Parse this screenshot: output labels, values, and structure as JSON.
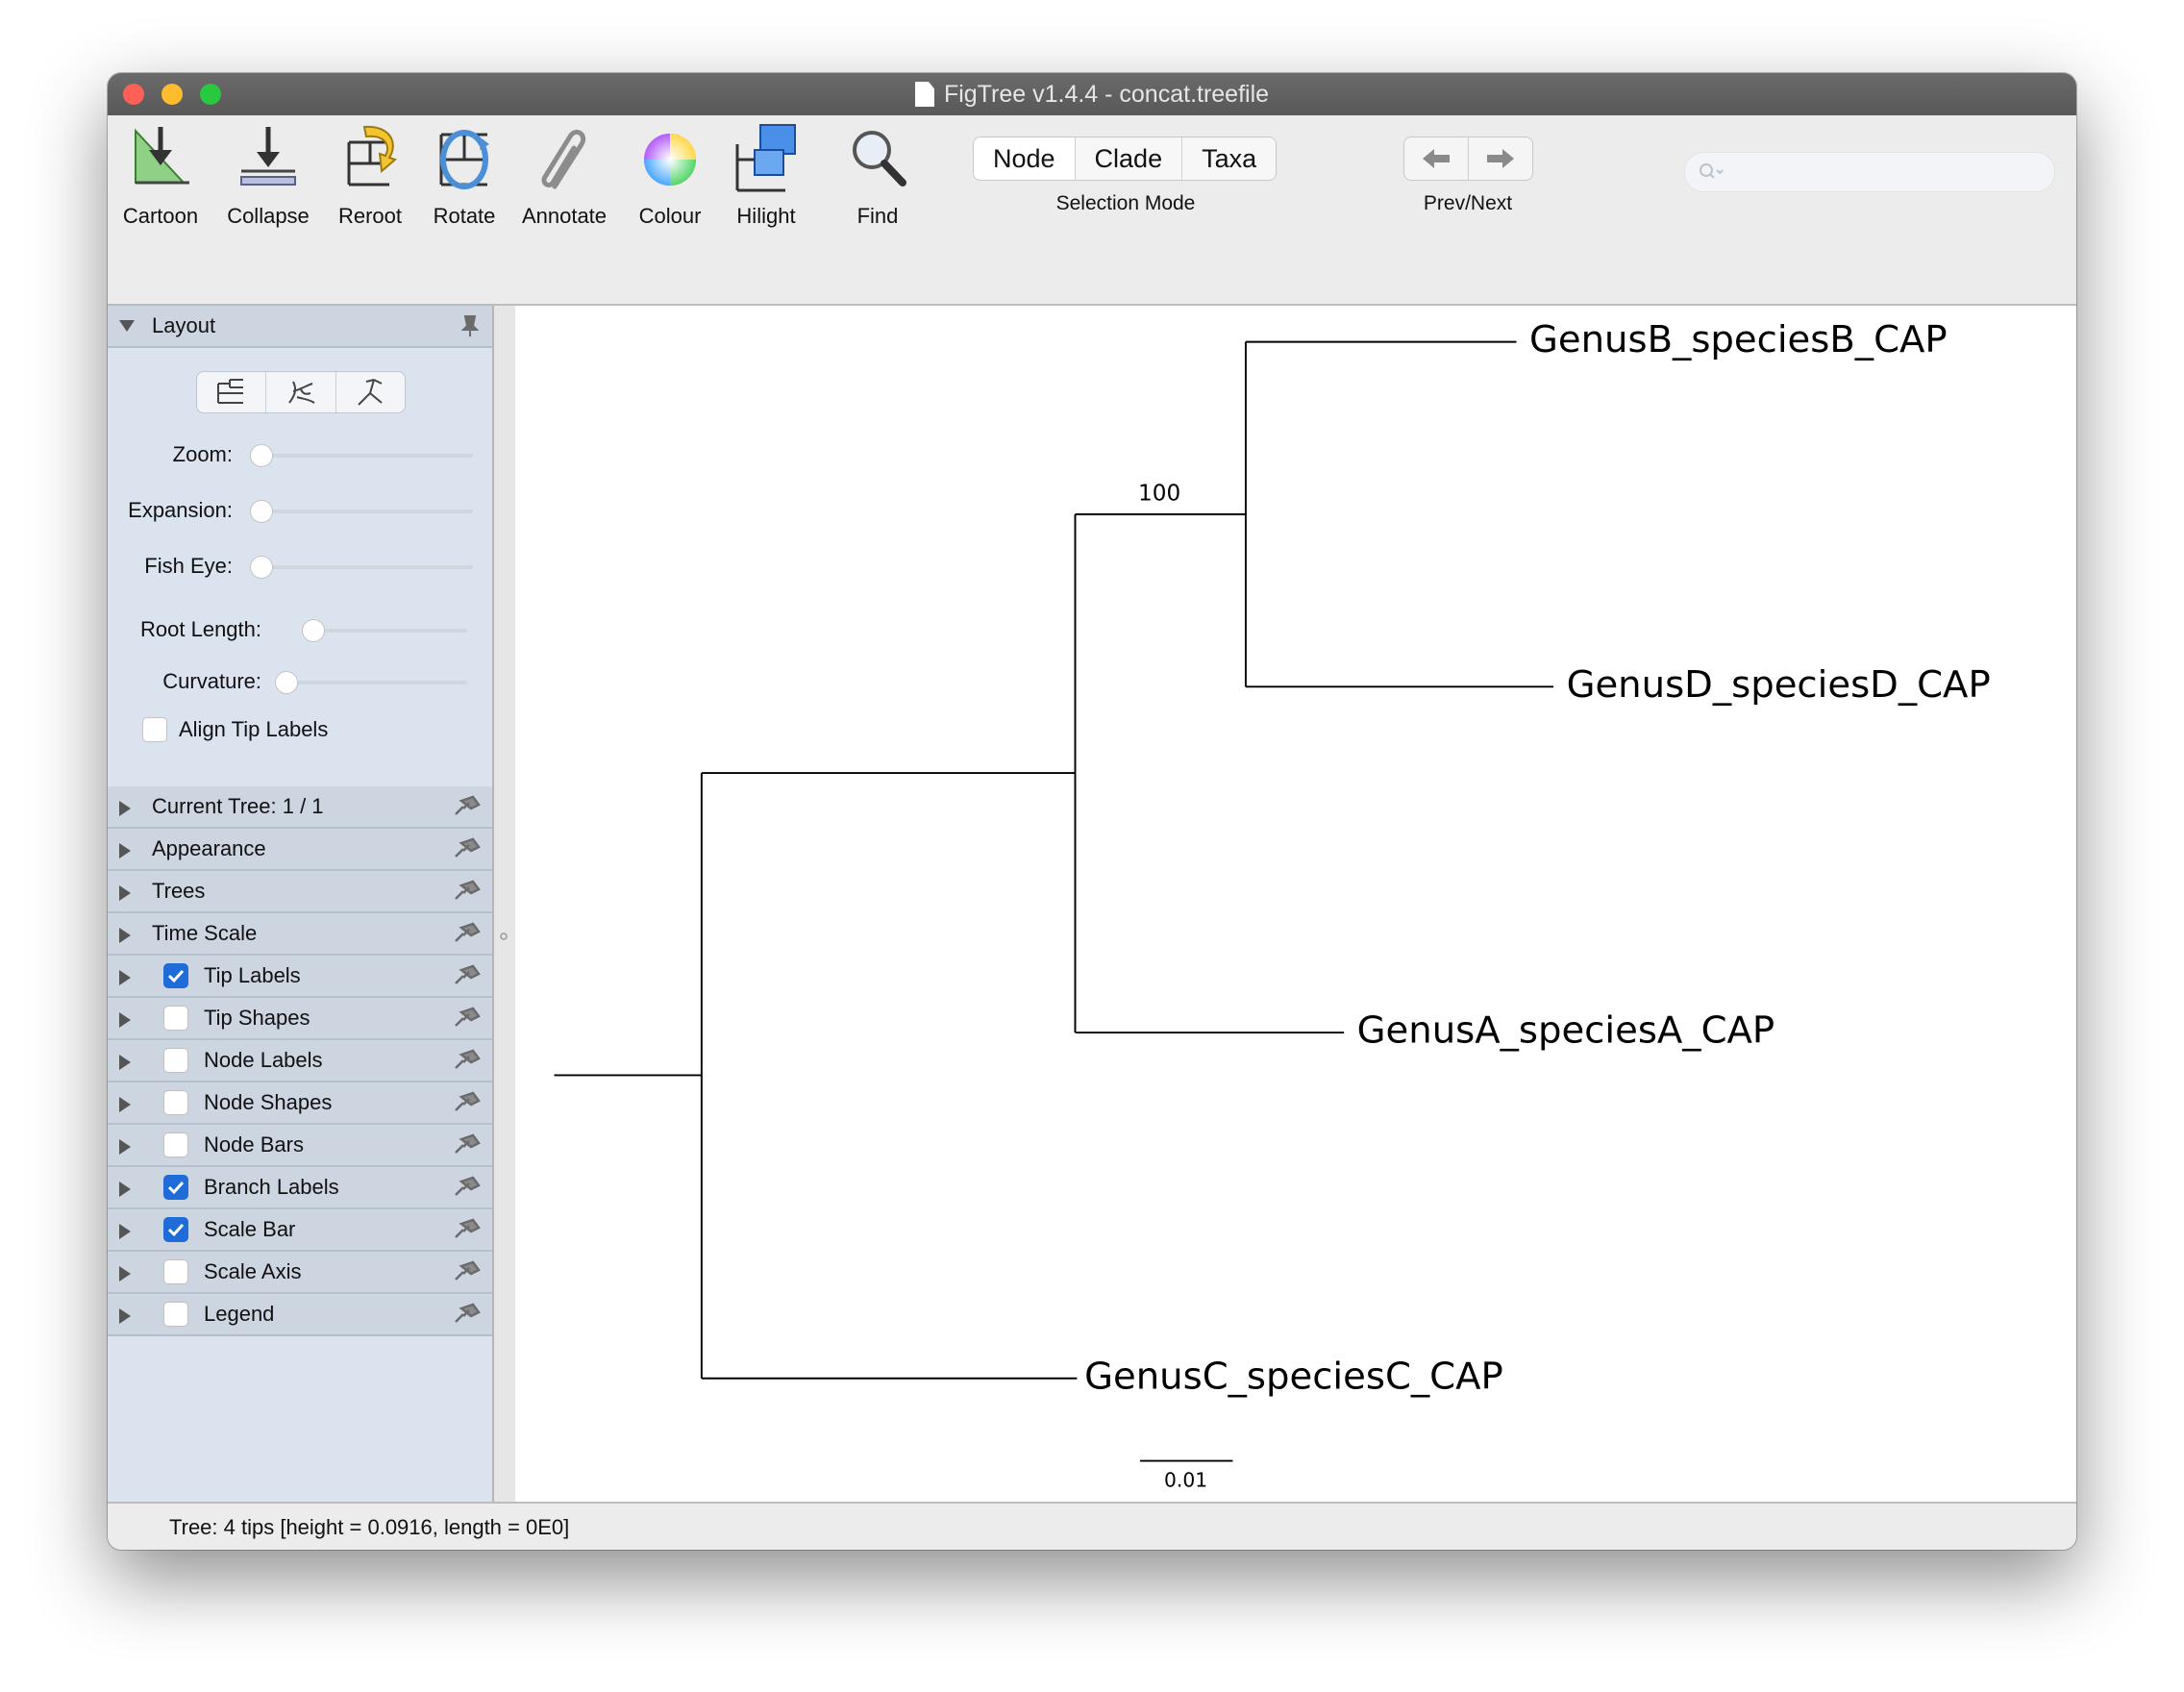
{
  "window": {
    "title": "FigTree v1.4.4 - concat.treefile"
  },
  "toolbar": {
    "tools": [
      {
        "id": "cartoon",
        "label": "Cartoon"
      },
      {
        "id": "collapse",
        "label": "Collapse"
      },
      {
        "id": "reroot",
        "label": "Reroot"
      },
      {
        "id": "rotate",
        "label": "Rotate"
      },
      {
        "id": "annotate",
        "label": "Annotate"
      },
      {
        "id": "colour",
        "label": "Colour"
      },
      {
        "id": "hilight",
        "label": "Hilight"
      },
      {
        "id": "find",
        "label": "Find"
      }
    ],
    "selection_mode": {
      "options": [
        "Node",
        "Clade",
        "Taxa"
      ],
      "selected": "Node",
      "caption": "Selection Mode"
    },
    "prev_next": {
      "caption": "Prev/Next",
      "icons": [
        "arrow-left-icon",
        "arrow-right-icon"
      ]
    },
    "search": {
      "placeholder": "",
      "value": ""
    }
  },
  "sidebar": {
    "layout": {
      "title": "Layout",
      "controls": [
        {
          "label": "Zoom:",
          "value": 0
        },
        {
          "label": "Expansion:",
          "value": 0
        },
        {
          "label": "Fish Eye:",
          "value": 0
        },
        {
          "label": "Root Length:",
          "value": 0
        },
        {
          "label": "Curvature:",
          "value": 0
        }
      ],
      "align_tip_labels": {
        "label": "Align Tip Labels",
        "checked": false
      }
    },
    "sections": [
      {
        "label": "Current Tree: 1 / 1",
        "checkbox": false
      },
      {
        "label": "Appearance",
        "checkbox": false
      },
      {
        "label": "Trees",
        "checkbox": false
      },
      {
        "label": "Time Scale",
        "checkbox": false
      },
      {
        "label": "Tip Labels",
        "checkbox": true,
        "checked": true
      },
      {
        "label": "Tip Shapes",
        "checkbox": true,
        "checked": false
      },
      {
        "label": "Node Labels",
        "checkbox": true,
        "checked": false
      },
      {
        "label": "Node Shapes",
        "checkbox": true,
        "checked": false
      },
      {
        "label": "Node Bars",
        "checkbox": true,
        "checked": false
      },
      {
        "label": "Branch Labels",
        "checkbox": true,
        "checked": true
      },
      {
        "label": "Scale Bar",
        "checkbox": true,
        "checked": true
      },
      {
        "label": "Scale Axis",
        "checkbox": true,
        "checked": false
      },
      {
        "label": "Legend",
        "checkbox": true,
        "checked": false
      }
    ]
  },
  "tree": {
    "tips": [
      "GenusB_speciesB_CAP",
      "GenusD_speciesD_CAP",
      "GenusA_speciesA_CAP",
      "GenusC_speciesC_CAP"
    ],
    "branch_label": "100",
    "scale_bar_label": "0.01"
  },
  "status": {
    "text": "Tree: 4 tips [height = 0.0916, length = 0E0]"
  },
  "colors": {
    "titlebar": "#5f5f5f",
    "sidebar": "#dbe3ee",
    "checkbox_on": "#1f6bd8"
  }
}
